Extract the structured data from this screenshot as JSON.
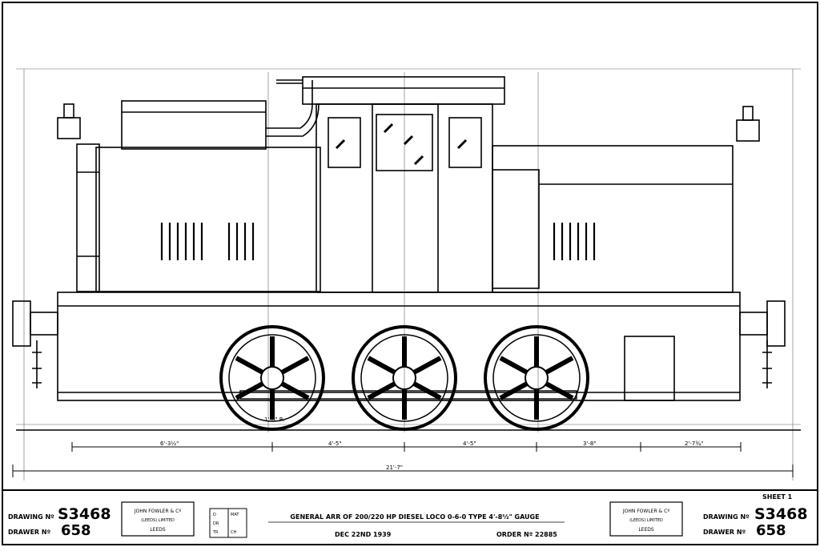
{
  "dimensions": {
    "seg1": "6'-3½\"",
    "seg2": "4'-5\"",
    "seg3": "4'-5\"",
    "seg4": "3'-8\"",
    "seg5": "2'-7¾\"",
    "overall": "21'-7\""
  },
  "scale_note": "1'-0\" R.",
  "title_block": {
    "sheet": "SHEET 1",
    "drawing_label": "DRAWING Nº",
    "drawing_no": "S3468",
    "drawer_label": "DRAWER Nº",
    "drawer_no": "658",
    "maker_name": "JOHN FOWLER & Cº",
    "maker_sub": "(LEEDS) LIMITED",
    "maker_city": "LEEDS",
    "title": "GENERAL ARR OF 200/220 HP DIESEL LOCO 0-6-0 TYPE 4'-8½\" GAUGE",
    "date": "DEC 22ND 1939",
    "order": "ORDER Nº 22885",
    "grid_cells": [
      "D",
      "MAT",
      "DR",
      "TR",
      "CH"
    ]
  }
}
